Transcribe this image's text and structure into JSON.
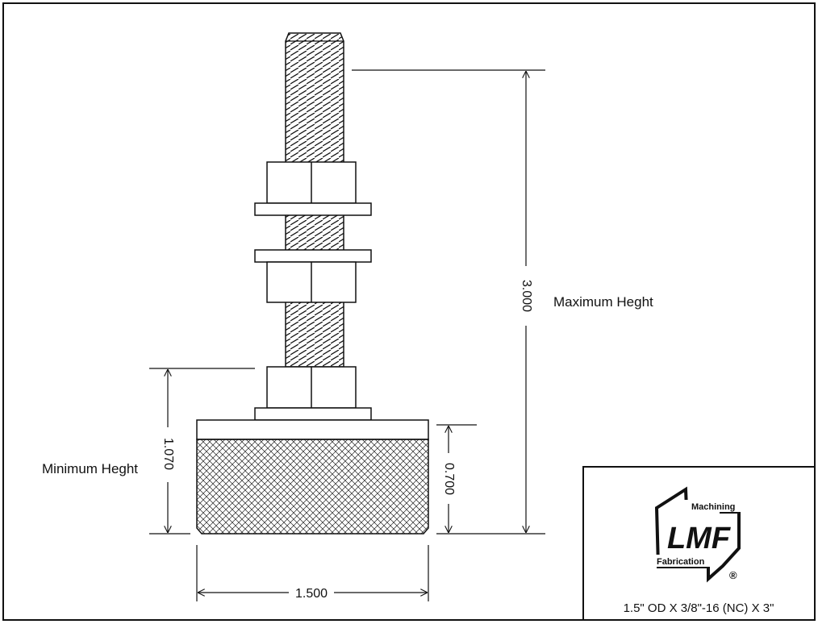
{
  "drawing": {
    "dimensions": {
      "max_height_value": "3.000",
      "min_height_value": "1.070",
      "pad_height_value": "0.700",
      "pad_width_value": "1.500"
    },
    "labels": {
      "max_height": "Maximum Heght",
      "min_height": "Minimum Heght"
    }
  },
  "title_block": {
    "logo_main": "LMF",
    "logo_top": "Machining",
    "logo_bottom": "Fabrication",
    "logo_registered": "®",
    "part_description": "1.5\" OD X 3/8\"-16 (NC) X 3\""
  }
}
